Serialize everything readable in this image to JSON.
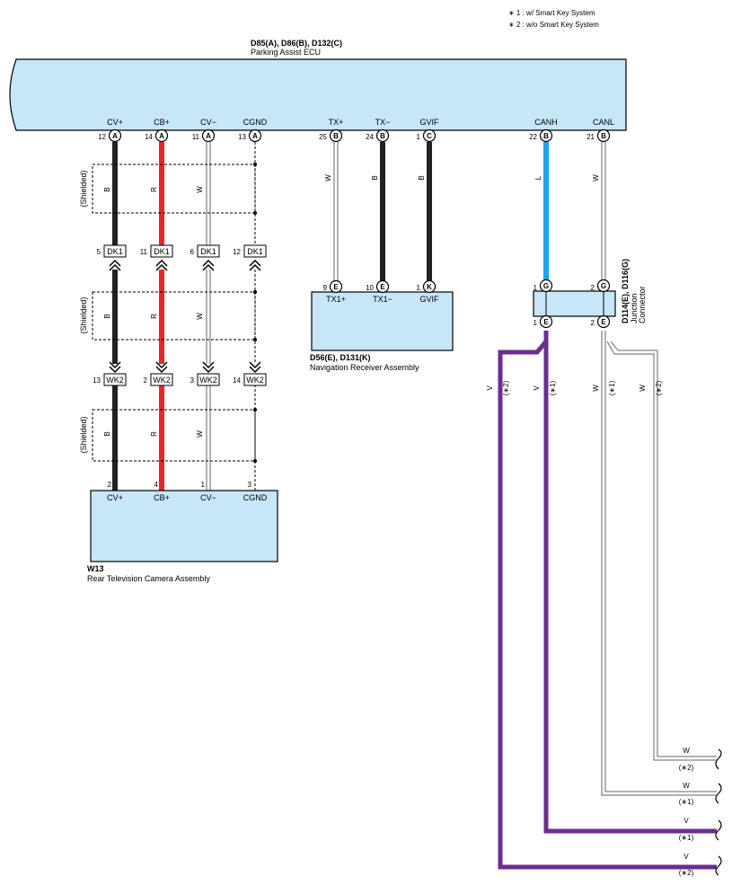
{
  "notes": [
    "∗ 1 : w/ Smart Key System",
    "∗ 2 : w/o Smart Key System"
  ],
  "ecu": {
    "code": "D85(A), D86(B), D132(C)",
    "name": "Parking Assist ECU",
    "pins": [
      {
        "num": "12",
        "conn": "A",
        "label": "CV+"
      },
      {
        "num": "14",
        "conn": "A",
        "label": "CB+"
      },
      {
        "num": "11",
        "conn": "A",
        "label": "CV−"
      },
      {
        "num": "13",
        "conn": "A",
        "label": "CGND"
      },
      {
        "num": "25",
        "conn": "B",
        "label": "TX+"
      },
      {
        "num": "24",
        "conn": "B",
        "label": "TX−"
      },
      {
        "num": "1",
        "conn": "C",
        "label": "GVIF"
      },
      {
        "num": "22",
        "conn": "B",
        "label": "CANH"
      },
      {
        "num": "21",
        "conn": "B",
        "label": "CANL"
      }
    ]
  },
  "shielded_label": "(Shielded)",
  "camera_wire_colors": [
    "B",
    "R",
    "W"
  ],
  "dk1": {
    "name": "DK1",
    "pins": [
      "5",
      "11",
      "6",
      "12"
    ]
  },
  "wk2": {
    "name": "WK2",
    "pins": [
      "13",
      "2",
      "3",
      "14"
    ]
  },
  "camera": {
    "code": "W13",
    "name": "Rear Television Camera Assembly",
    "pins": [
      {
        "num": "2",
        "label": "CV+"
      },
      {
        "num": "4",
        "label": "CB+"
      },
      {
        "num": "1",
        "label": "CV−"
      },
      {
        "num": "3",
        "label": "CGND"
      }
    ]
  },
  "nav": {
    "code": "D56(E), D131(K)",
    "name": "Navigation Receiver Assembly",
    "wire_colors": [
      "W",
      "B",
      "B"
    ],
    "pins": [
      {
        "num": "9",
        "conn": "E",
        "label": "TX1+"
      },
      {
        "num": "10",
        "conn": "E",
        "label": "TX1−"
      },
      {
        "num": "1",
        "conn": "K",
        "label": "GVIF"
      }
    ]
  },
  "junction": {
    "code": "D114(E), D116(G)",
    "name_line1": "Junction",
    "name_line2": "Connector",
    "top_pins": [
      {
        "num": "1",
        "conn": "G"
      },
      {
        "num": "2",
        "conn": "G"
      }
    ],
    "bottom_pins": [
      {
        "num": "1",
        "conn": "E"
      },
      {
        "num": "2",
        "conn": "E"
      }
    ],
    "wire_colors": [
      "L",
      "W"
    ]
  },
  "branches": [
    {
      "color": "V",
      "note": "(∗2)"
    },
    {
      "color": "V",
      "note": "(∗1)"
    },
    {
      "color": "W",
      "note": "(∗1)"
    },
    {
      "color": "W",
      "note": "(∗2)"
    }
  ],
  "outputs": [
    {
      "color": "W",
      "note": "(∗2)"
    },
    {
      "color": "W",
      "note": "(∗1)"
    },
    {
      "color": "V",
      "note": "(∗1)"
    },
    {
      "color": "V",
      "note": "(∗2)"
    }
  ],
  "wire_hex": {
    "black": "#222222",
    "red": "#e8262b",
    "blue": "#1aa6e8",
    "violet": "#6b2d8f",
    "box_fill": "#c7e6f7"
  }
}
